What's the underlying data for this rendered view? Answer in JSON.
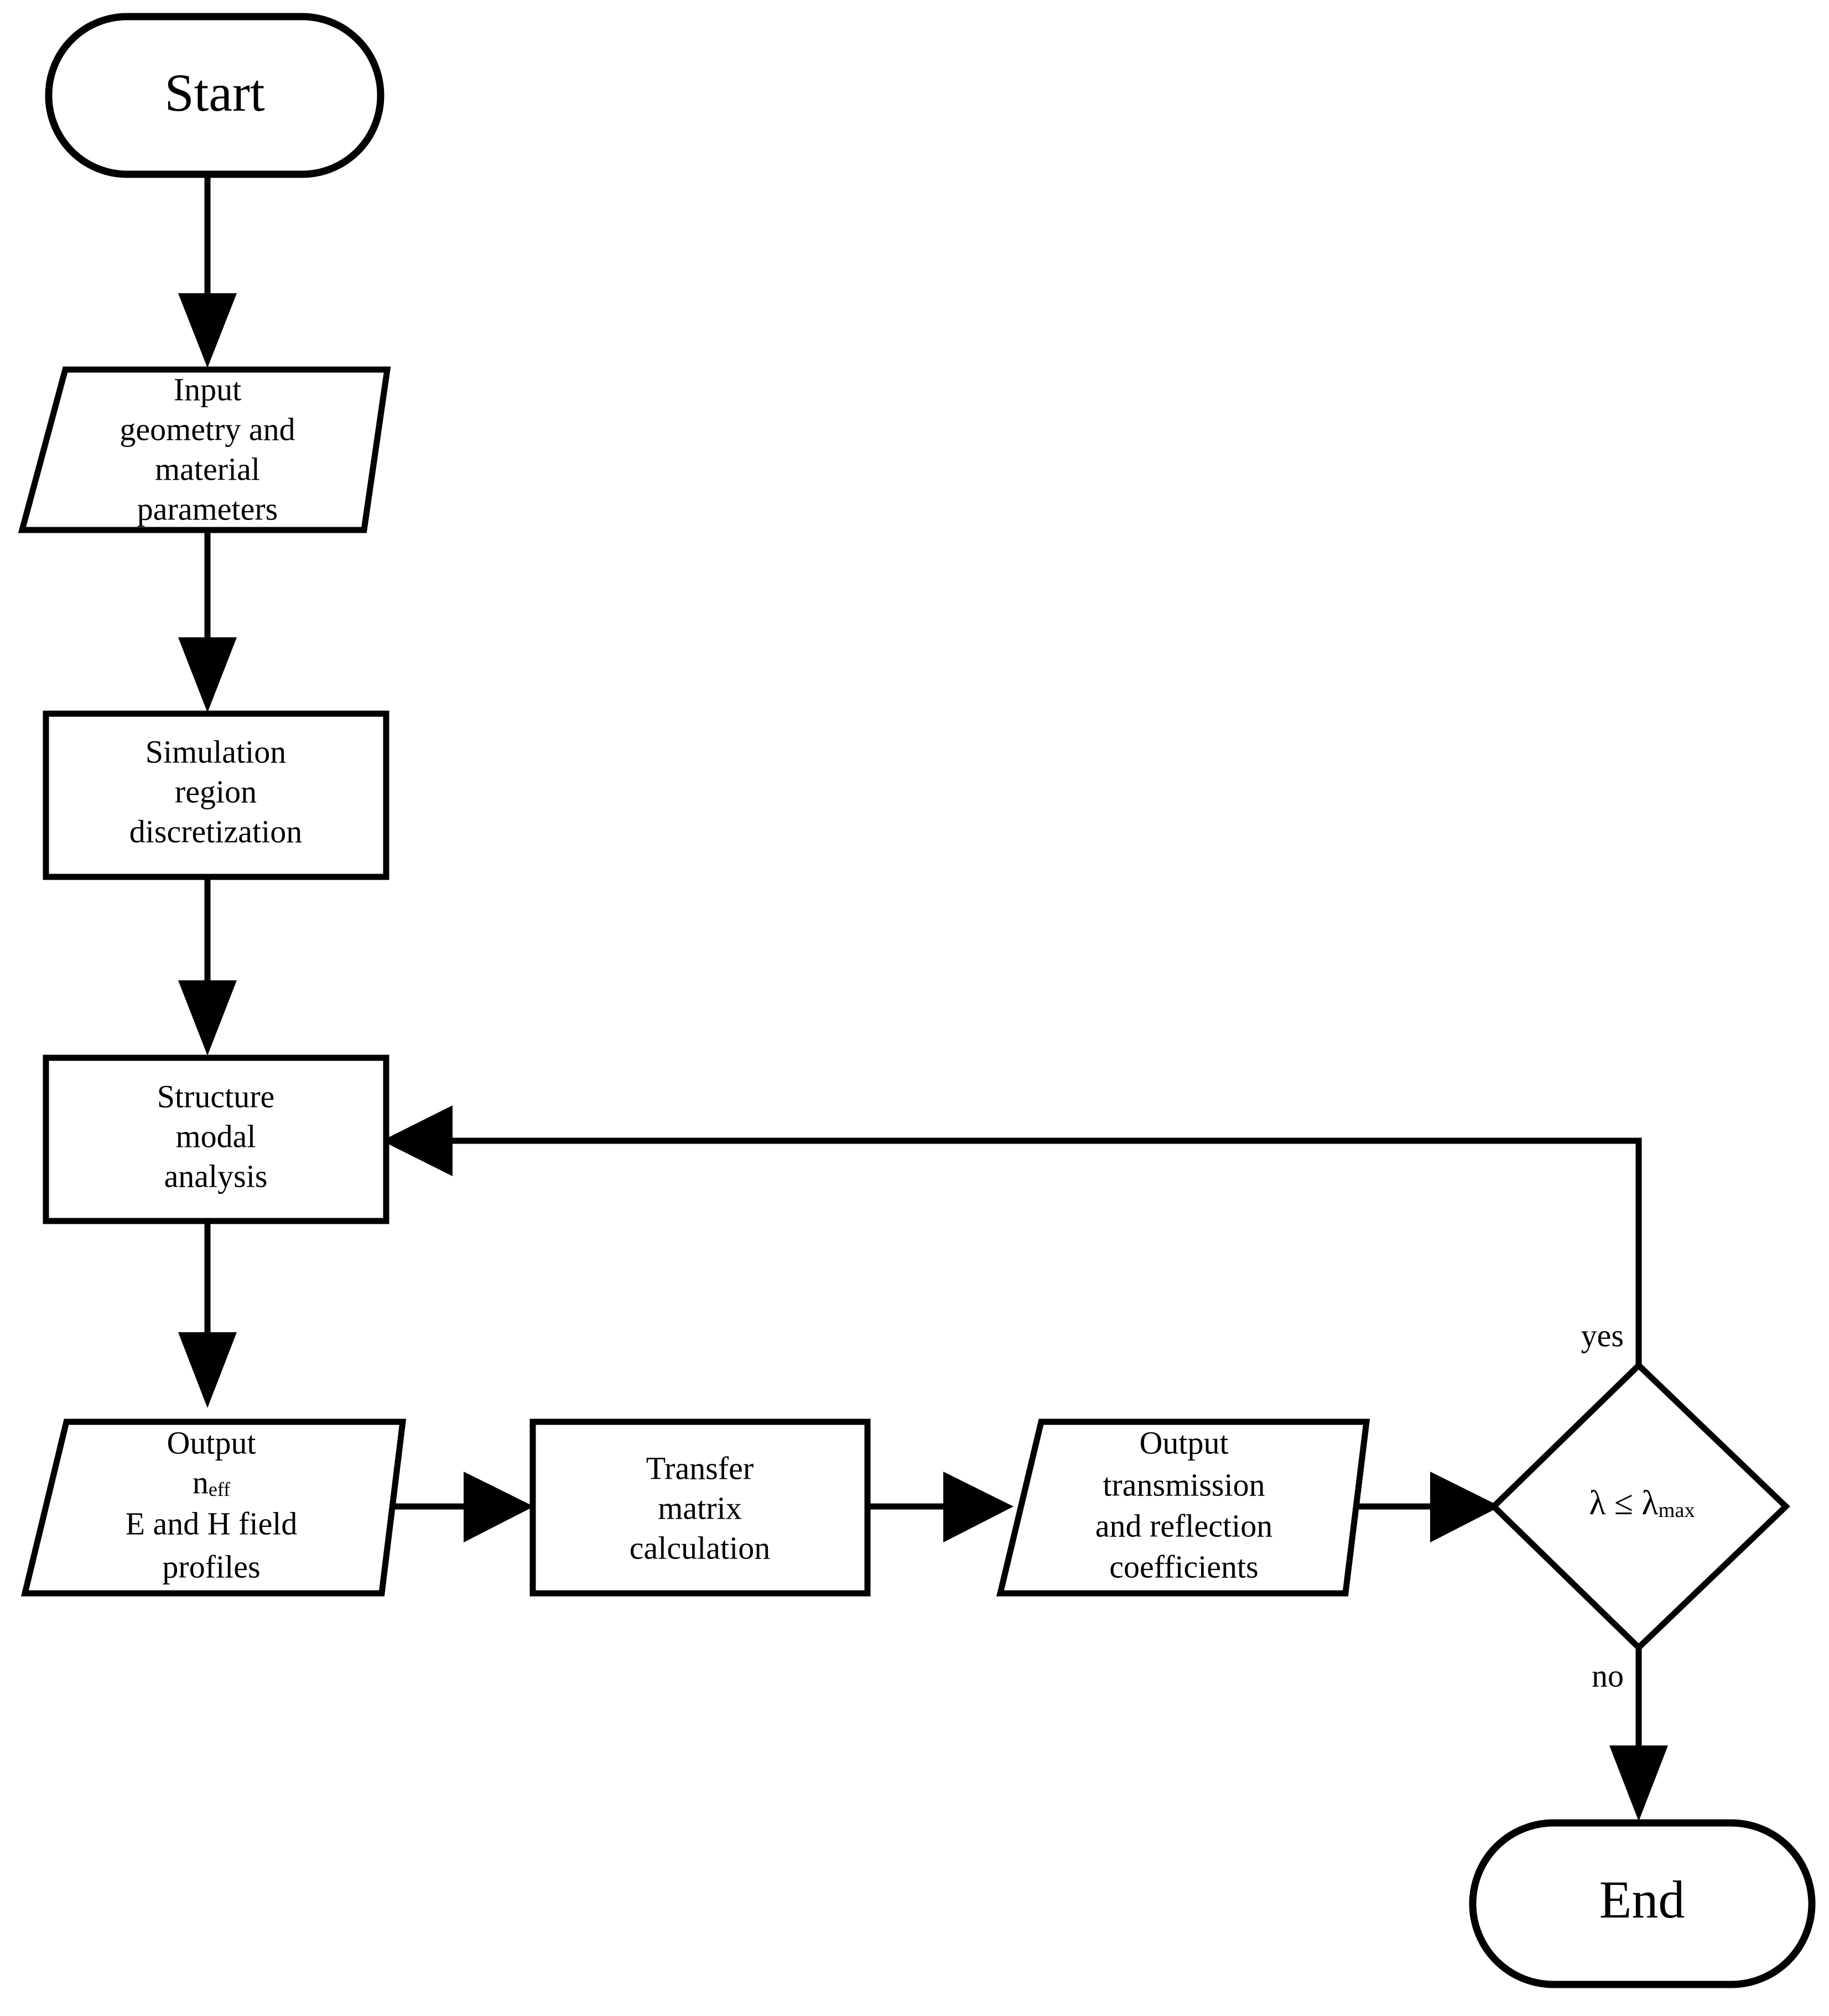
{
  "diagram": {
    "type": "flowchart",
    "title": "Simulation workflow flowchart",
    "orientation": "top-to-bottom with horizontal bottom row and feedback loop",
    "background_color": "#ffffff",
    "line_color": "#000000",
    "text_color": "#000000"
  },
  "nodes": {
    "start": {
      "label": "Start",
      "shape": "terminator"
    },
    "input_parameters": {
      "shape": "parallelogram",
      "line1": "Input",
      "line2": "geometry and",
      "line3": "material",
      "line4": "parameters"
    },
    "discretization": {
      "shape": "process",
      "line1": "Simulation",
      "line2": "region",
      "line3": "discretization"
    },
    "modal_analysis": {
      "shape": "process",
      "line1": "Structure",
      "line2": "modal",
      "line3": "analysis"
    },
    "output_neff": {
      "shape": "parallelogram",
      "line1": "Output",
      "line2_base": "n",
      "line2_sub": "eff",
      "line3": "E and H field",
      "line4": "profiles"
    },
    "transfer_matrix": {
      "shape": "process",
      "line1": "Transfer",
      "line2": "matrix",
      "line3": "calculation"
    },
    "output_coefficients": {
      "shape": "parallelogram",
      "line1": "Output",
      "line2": "transmission",
      "line3": "and reflection",
      "line4": "coefficients"
    },
    "decision": {
      "shape": "diamond",
      "condition_lhs": "λ ≤ λ",
      "condition_sub": "max"
    },
    "end": {
      "label": "End",
      "shape": "terminator"
    }
  },
  "edges": {
    "start_to_input": {
      "label": ""
    },
    "input_to_discretization": {
      "label": ""
    },
    "discretization_to_modal": {
      "label": ""
    },
    "modal_to_output_neff": {
      "label": ""
    },
    "output_neff_to_transfer": {
      "label": ""
    },
    "transfer_to_output_coeff": {
      "label": ""
    },
    "output_coeff_to_decision": {
      "label": ""
    },
    "decision_yes_loop": {
      "label": "yes"
    },
    "decision_no_to_end": {
      "label": "no"
    }
  }
}
